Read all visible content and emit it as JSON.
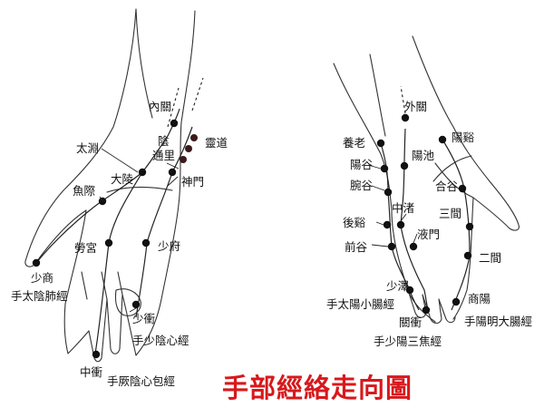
{
  "title": "手部經絡走向圖",
  "colors": {
    "title": "#d7191c",
    "point": "#111111",
    "line": "#222222"
  },
  "left_hand": {
    "points": {
      "neiguan": "內關",
      "yin": "陰",
      "tongli": "通里",
      "lingdao": "靈道",
      "taiyuan": "太淵",
      "daling": "大陵",
      "shenmen": "神門",
      "yuji": "魚際",
      "laogong": "勞宮",
      "shaofu": "少府",
      "shaoshang": "少商",
      "shaochong": "少衝",
      "zhongchong": "中衝"
    },
    "meridians": {
      "lung": "手太陰肺經",
      "heart": "手少陰心經",
      "pericardium": "手厥陰心包經"
    }
  },
  "right_hand": {
    "points": {
      "waiguan": "外關",
      "yanglao": "養老",
      "yanggu": "陽谷",
      "wangu": "腕谷",
      "yangchi": "陽池",
      "yangxi": "陽谿",
      "hegu": "合谷",
      "zhongzhu": "中渚",
      "sanjian": "三間",
      "houxi": "後谿",
      "yemen": "液門",
      "qiangu": "前谷",
      "erjian": "二間",
      "shaoze": "少澤",
      "shangyang": "商陽",
      "guanchong": "關衝"
    },
    "meridians": {
      "small_intestine": "手太陽小腸經",
      "large_intestine": "手陽明大腸經",
      "sanjiao": "手少陽三焦經"
    }
  }
}
